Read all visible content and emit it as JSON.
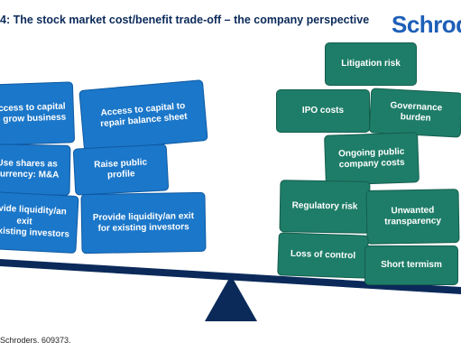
{
  "header": {
    "title": "4: The stock market cost/benefit trade-off – the company perspective",
    "logo_text": "Schrod"
  },
  "benefits": [
    {
      "label": "Access to capital\nto grow business"
    },
    {
      "label": "Access to capital to\nrepair balance sheet"
    },
    {
      "label": "Use shares as\ncurrency: M&A"
    },
    {
      "label": "Raise public profile"
    },
    {
      "label": "Provide liquidity/an exit\nfor existing investors"
    },
    {
      "label": "Provide liquidity/an exit\nfor existing investors"
    }
  ],
  "costs": [
    {
      "label": "Litigation risk"
    },
    {
      "label": "IPO costs"
    },
    {
      "label": "Governance\nburden"
    },
    {
      "label": "Ongoing public\ncompany costs"
    },
    {
      "label": "Regulatory risk"
    },
    {
      "label": "Unwanted\ntransparency"
    },
    {
      "label": "Loss of control"
    },
    {
      "label": "Short termism"
    }
  ],
  "footer": {
    "source": "Schroders. 609373."
  },
  "colors": {
    "benefit_box": "#1b77c9",
    "cost_box": "#1e7d68",
    "beam": "#0b2a5a",
    "fulcrum": "#0b2a5a"
  }
}
